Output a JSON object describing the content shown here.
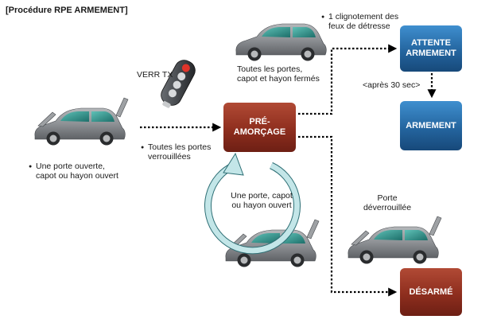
{
  "title": "[Procédure RPE ARMEMENT]",
  "labels": {
    "verr_tx": "VERR TX",
    "toutes_portes_fermees": "Toutes les portes, capot et hayon fermés",
    "clignotement": "1 clignotement des feux de détresse",
    "apres_30": "<après 30 sec>",
    "une_porte_ouverte": "Une porte ouverte, capot ou hayon ouvert",
    "toutes_verrouillees": "Toutes les portes verrouillées",
    "boucle": "Une porte, capot ou hayon ouvert",
    "porte_deverrouillee": "Porte déverrouillée"
  },
  "states": {
    "attente": "ATTENTE ARMEMENT",
    "armement": "ARMEMENT",
    "pre_amorcage": "PRÉ-AMORÇAGE",
    "desarme": "DÉSARMÉ"
  },
  "colors": {
    "state_blue": "#24659f",
    "state_red": "#8e2e1e",
    "car_body": "#8e9195",
    "car_glass": "#2e8b84",
    "loop_arrow": "#bfe3e6",
    "connector": "#000000"
  },
  "icons": [
    "car-doors-closed-icon",
    "car-hood-open-icon",
    "remote-key-fob-icon",
    "loop-arrow-icon",
    "dotted-arrow-icon"
  ]
}
